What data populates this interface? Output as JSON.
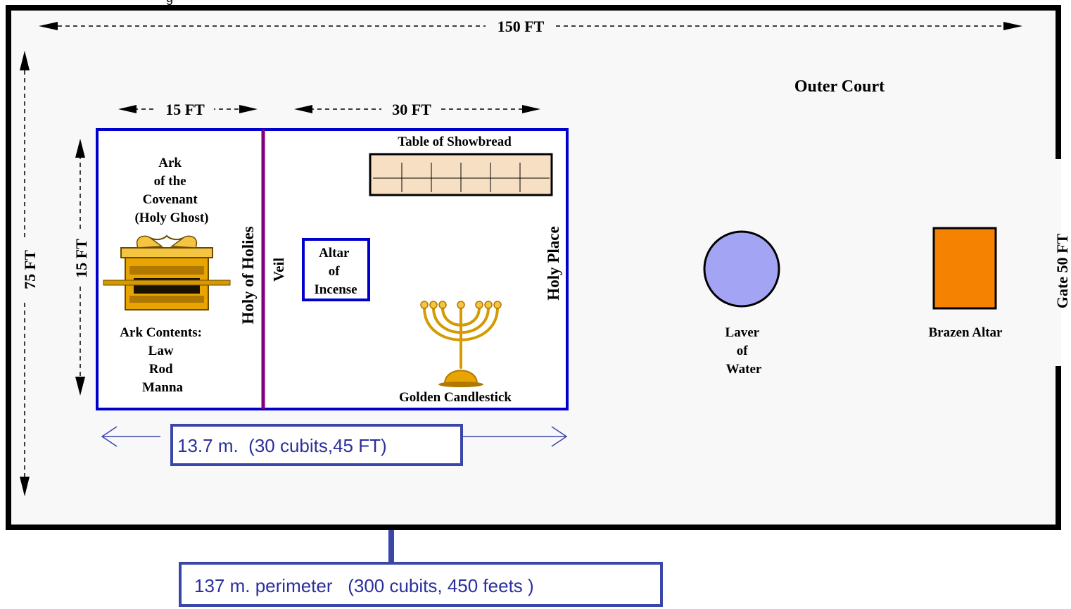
{
  "top_caption": "g",
  "outer_court": {
    "label": "Outer Court",
    "length_label": "150 FT",
    "width_label": "75 FT",
    "gate_label": "Gate 50 FT"
  },
  "holy_of_holies": {
    "label": "Holy of Holies",
    "width_label": "15 FT",
    "height_label": "15 FT",
    "ark_title": [
      "Ark",
      "of the",
      "Covenant",
      "(Holy Ghost)"
    ],
    "ark_contents": [
      "Ark Contents:",
      "Law",
      "Rod",
      "Manna"
    ]
  },
  "holy_place": {
    "label": "Holy Place",
    "width_label": "30 FT",
    "veil_label": "Veil",
    "table_label": "Table of Showbread",
    "altar_incense": [
      "Altar",
      "of",
      "Incense"
    ],
    "candlestick_label": "Golden Candlestick"
  },
  "court_items": {
    "laver": [
      "Laver",
      "of",
      "Water"
    ],
    "brazen_altar": "Brazen Altar"
  },
  "tabernacle_length_box": "13.7 m.  (30 cubits,45 FT)",
  "perimeter_box": "137 m. perimeter   (300 cubits, 450 feets )",
  "colors": {
    "court_fill": "#f8f8f8",
    "court_border": "#000000",
    "tabernacle_border": "#0000cc",
    "veil": "#800080",
    "table_fill": "#f7dfc4",
    "laver_fill": "#a4a4f4",
    "brazen_altar_fill": "#f58200",
    "gold": "#e8a400",
    "info_box_border": "#3a46a8",
    "info_text": "#2b2f9e"
  }
}
